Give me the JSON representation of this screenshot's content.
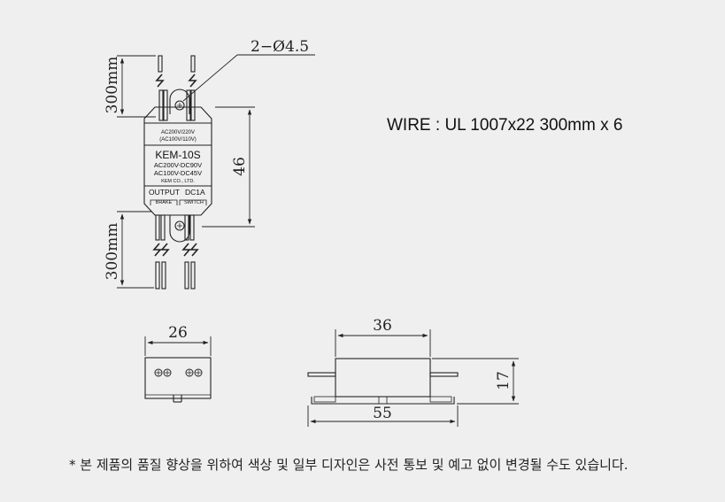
{
  "product": {
    "model": "KEM-10S",
    "input_rating": "AC200V/220V",
    "input_rating_alt": "(AC100V/110V)",
    "conversion_1": "AC200V-DC90V",
    "conversion_2": "AC100V-DC45V",
    "maker": "KEM CO., LTD.",
    "output_label": "OUTPUT",
    "output_rating": "DC1A",
    "terminal_brake": "BRAKE",
    "terminal_switch": "SWITCH"
  },
  "dimensions": {
    "hole_spec": "2−Ø4.5",
    "wire_top_length": "300mm",
    "wire_bottom_length": "300mm",
    "body_height": "46",
    "side_width": "26",
    "body_length": "36",
    "overall_length": "55",
    "thickness": "17"
  },
  "wire_spec": "WIRE : UL 1007x22 300mm x 6",
  "footnote": "* 본 제품의 품질 향상을 위하여 색상 및 일부 디자인은 사전 통보 및 예고 없이 변경될 수도 있습니다.",
  "colors": {
    "background": "#efefef",
    "line": "#222222",
    "dim_line": "#333333"
  }
}
